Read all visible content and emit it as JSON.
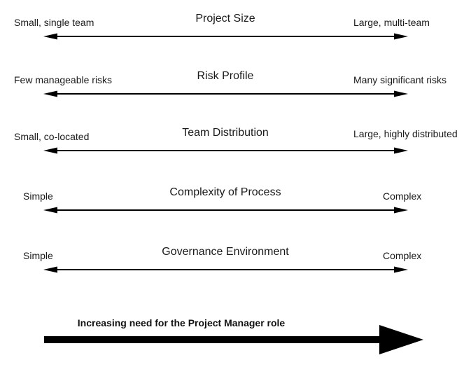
{
  "diagram": {
    "colors": {
      "text": "#1a1a1a",
      "arrow": "#000000",
      "background": "#ffffff"
    },
    "rows": [
      {
        "title": "Project Size",
        "left": "Small, single team",
        "right": "Large, multi-team"
      },
      {
        "title": "Risk Profile",
        "left": "Few manageable risks",
        "right": "Many significant risks"
      },
      {
        "title": "Team Distribution",
        "left": "Small, co-located",
        "right": "Large, highly distributed"
      },
      {
        "title": "Complexity of Process",
        "left": "Simple",
        "right": "Complex"
      },
      {
        "title": "Governance Environment",
        "left": "Simple",
        "right": "Complex"
      }
    ],
    "footer": {
      "label": "Increasing need for the Project Manager role"
    }
  }
}
